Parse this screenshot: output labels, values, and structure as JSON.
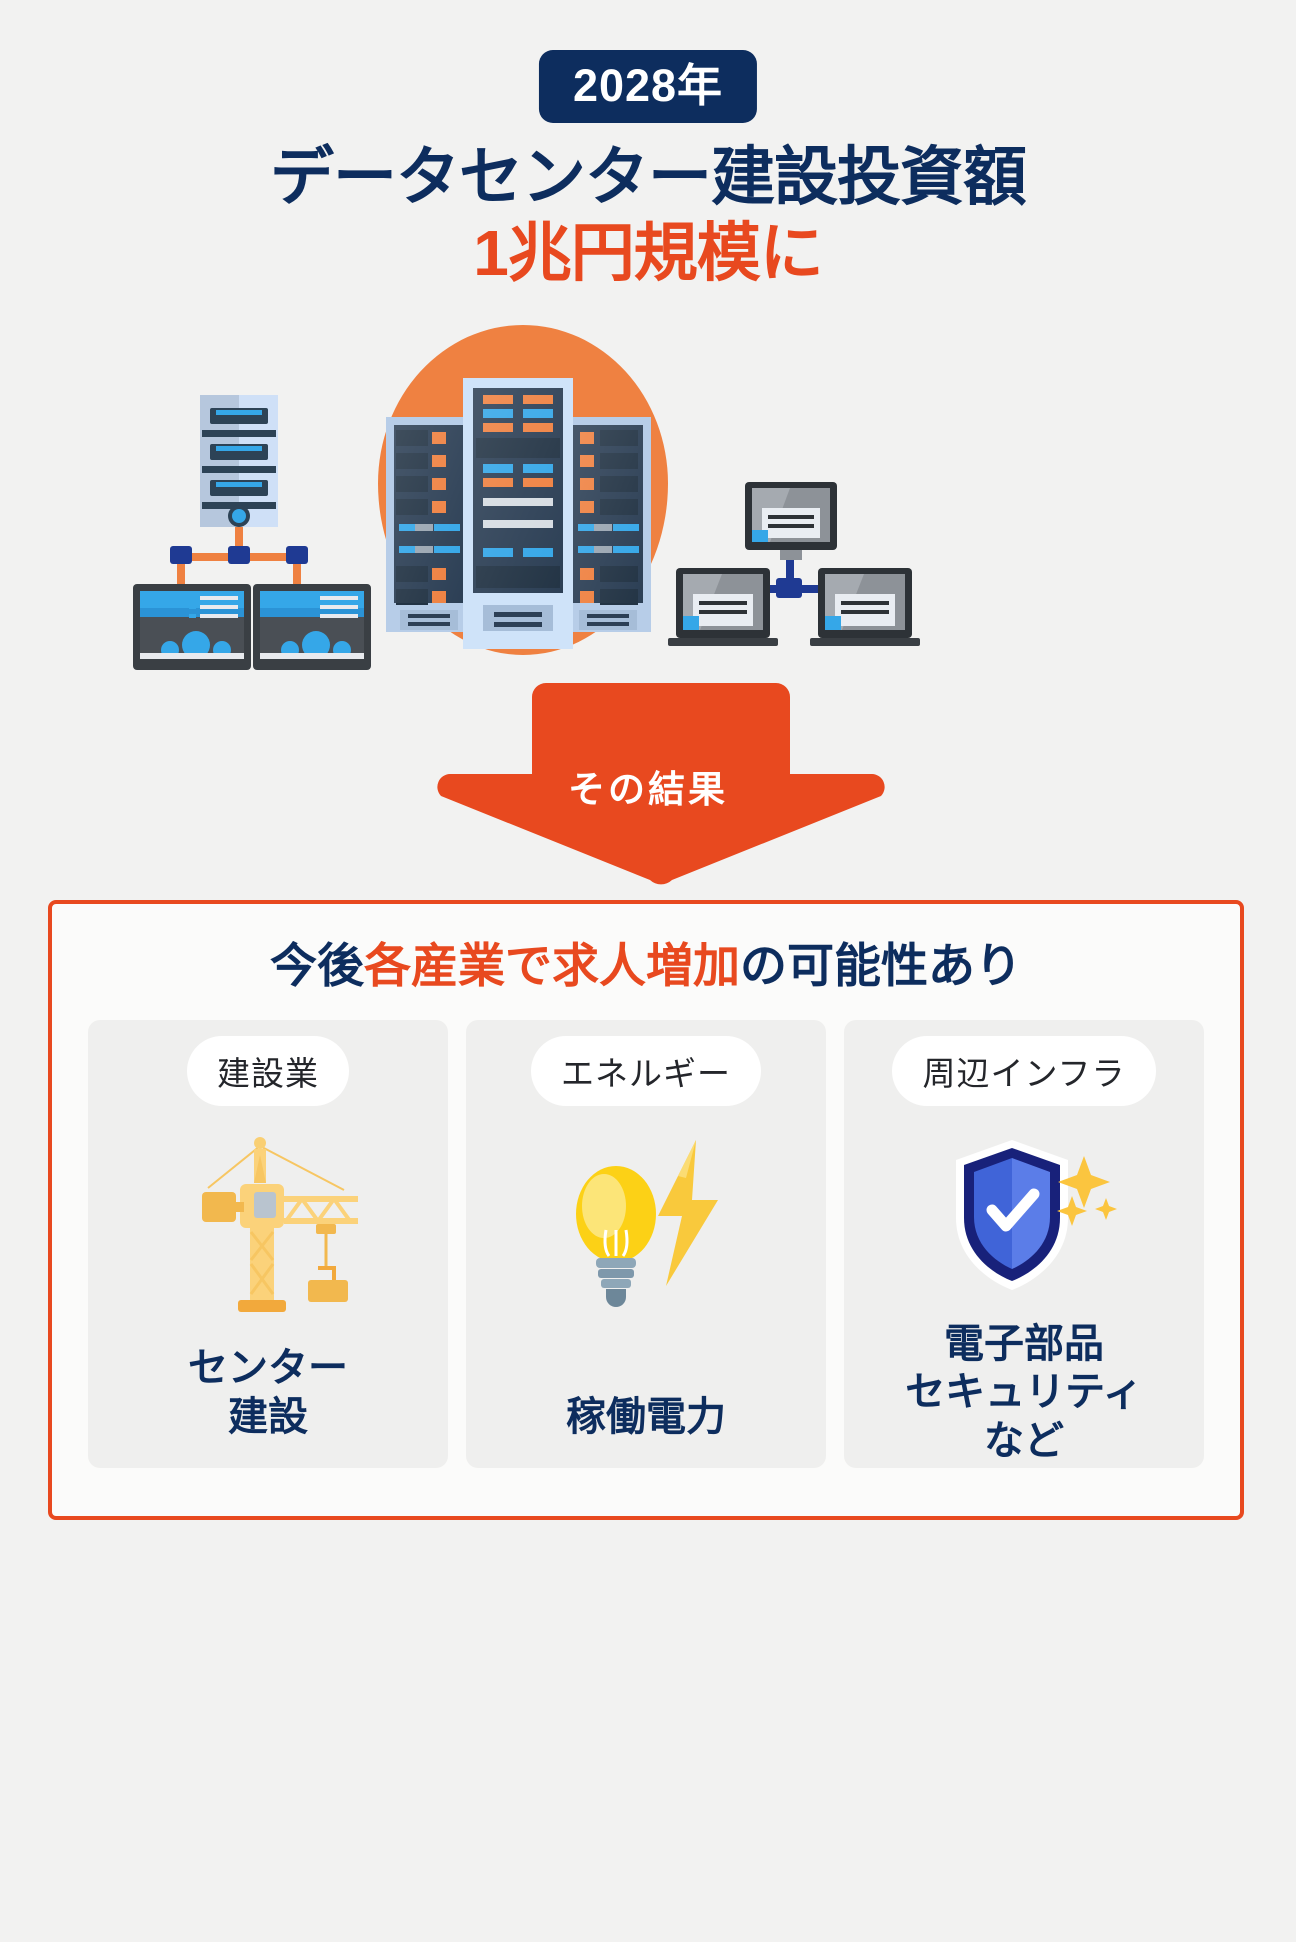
{
  "page": {
    "background_color": "#f2f2f1",
    "navy": "#0d2d5e",
    "orange": "#e8491f",
    "orange_light": "#ef8141"
  },
  "header": {
    "year_badge": "2028年",
    "headline_line1": "データセンター建設投資額",
    "headline_line2": "1兆円規模に"
  },
  "hero": {
    "alt": "data-center-server-racks-illustration",
    "circle_color": "#ef8141"
  },
  "arrow": {
    "label": "その結果",
    "color": "#e8491f"
  },
  "panel": {
    "title_part1": "今後",
    "title_part2": "各産業で求人増加",
    "title_part3": "の可能性あり",
    "border_color": "#e8491f",
    "cards": [
      {
        "chip": "建設業",
        "icon": "crane-icon",
        "caption": "センター\n建設"
      },
      {
        "chip": "エネルギー",
        "icon": "lightbulb-bolt-icon",
        "caption": "稼働電力"
      },
      {
        "chip": "周辺インフラ",
        "icon": "shield-check-icon",
        "caption": "電子部品\nセキュリティ\nなど"
      }
    ]
  }
}
